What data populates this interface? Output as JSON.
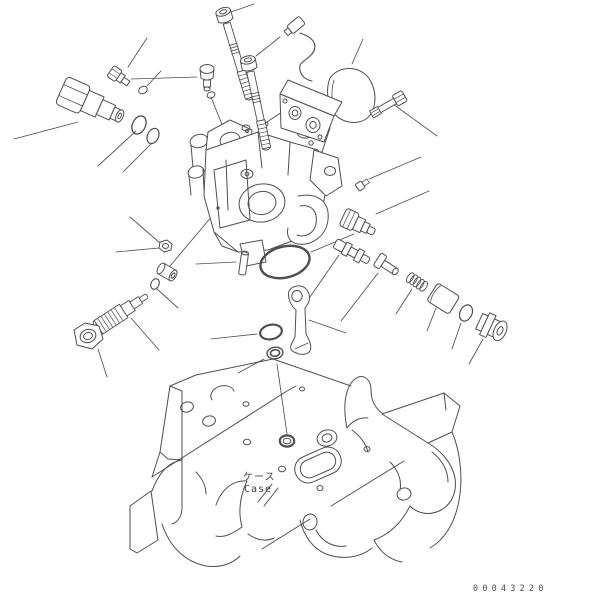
{
  "page": {
    "background": "#ffffff",
    "line_color": "#4f4f4f",
    "text_color": "#3f3f3f"
  },
  "diagram": {
    "case_label_jp": "ケース",
    "case_label_en": "Case",
    "drawing_number": "00043220"
  }
}
